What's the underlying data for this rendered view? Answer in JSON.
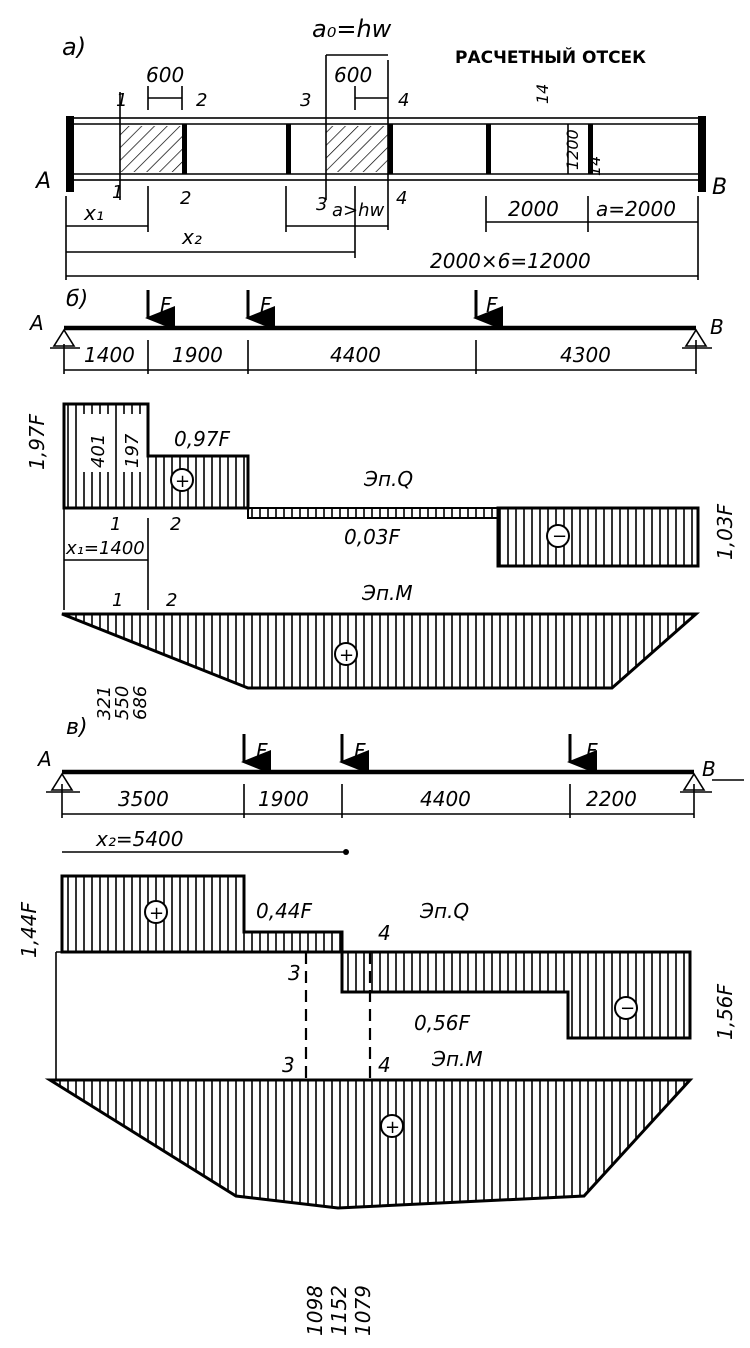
{
  "figure": {
    "part_a": {
      "label": "а)",
      "title": "РАСЧЕТНЫЙ ОТСЕК",
      "a0_label": "a₀=hw",
      "a_label": "a>hw",
      "support_left": "A",
      "support_right": "B",
      "dim_600_1": "600",
      "dim_600_2": "600",
      "dim_2000": "2000",
      "dim_a2000": "a=2000",
      "dim_total": "2000×6=12000",
      "dim_1200": "1200",
      "dim_14_top": "14",
      "dim_14_side": "14",
      "x1": "x₁",
      "x2": "x₂",
      "sec1_top": "1",
      "sec2_top": "2",
      "sec3_top": "3",
      "sec4_top": "4",
      "sec1_bot": "1",
      "sec2_bot": "2",
      "sec3_bot": "3",
      "sec4_bot": "4"
    },
    "part_b": {
      "label": "б)",
      "support_left": "A",
      "support_right": "B",
      "force": "F",
      "spans": [
        "1400",
        "1900",
        "4400",
        "4300"
      ],
      "q_left": "1,97F",
      "q_mid": "0,97F",
      "q_small": "0,03F",
      "q_right": "1,03F",
      "q_in1": "401",
      "q_in2": "197",
      "q_title": "Эп.Q",
      "m_title": "Эп.M",
      "sec1": "1",
      "sec2": "2",
      "sec1m": "1",
      "sec2m": "2",
      "x1_value": "x₁=1400",
      "m_vals": [
        "321",
        "550",
        "686"
      ],
      "plus": "+",
      "minus": "−"
    },
    "part_c": {
      "label": "в)",
      "support_left": "A",
      "support_right": "B",
      "force": "F",
      "spans": [
        "3500",
        "1900",
        "4400",
        "2200"
      ],
      "x2_value": "x₂=5400",
      "q_left": "1,44F",
      "q_mid": "0,44F",
      "q_neg": "0,56F",
      "q_right": "1,56F",
      "q_title": "Эп.Q",
      "m_title": "Эп.M",
      "sec3": "3",
      "sec4": "4",
      "sec3m": "3",
      "sec4m": "4",
      "m_vals": [
        "1098",
        "1152",
        "1079"
      ],
      "plus": "+",
      "minus": "−"
    }
  }
}
